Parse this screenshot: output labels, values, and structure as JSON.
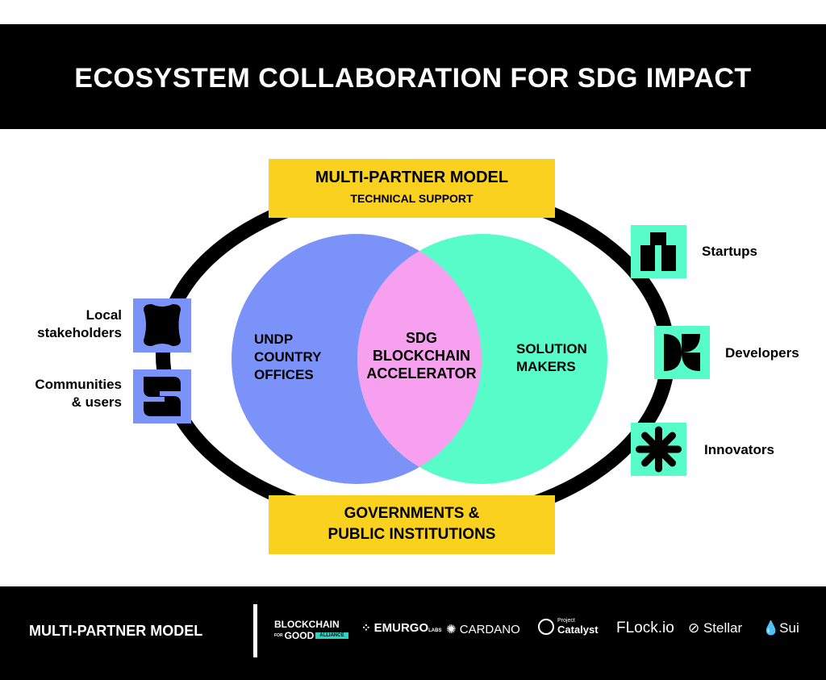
{
  "header": {
    "title": "ECOSYSTEM COLLABORATION FOR SDG IMPACT"
  },
  "top_box": {
    "title": "MULTI-PARTNER MODEL",
    "subtitle": "TECHNICAL SUPPORT"
  },
  "bottom_box": {
    "line1": "GOVERNMENTS &",
    "line2": "PUBLIC INSTITUTIONS"
  },
  "venn": {
    "left": [
      "UNDP",
      "COUNTRY",
      "OFFICES"
    ],
    "center": [
      "SDG",
      "BLOCKCHAIN",
      "ACCELERATOR"
    ],
    "right": [
      "SOLUTION",
      "MAKERS"
    ]
  },
  "left_items": [
    {
      "label": [
        "Local",
        "stakeholders"
      ],
      "icon": "clover-icon"
    },
    {
      "label": [
        "Communities",
        "& users"
      ],
      "icon": "s-shape-icon"
    }
  ],
  "right_items": [
    {
      "label": "Startups",
      "icon": "blocks-icon"
    },
    {
      "label": "Developers",
      "icon": "pinwheel-icon"
    },
    {
      "label": "Innovators",
      "icon": "asterisk-icon"
    }
  ],
  "footer": {
    "label": "MULTI-PARTNER MODEL",
    "logos": {
      "bfg_line1": "BLOCKCHAIN",
      "bfg_for": "FOR",
      "bfg_line2": "GOOD",
      "bfg_badge": "ALLIANCE",
      "emurgo": "EMURGO",
      "emurgo_sub": "LABS",
      "cardano": "CARDANO",
      "catalyst_top": "Project",
      "catalyst": "Catalyst",
      "flock": "FLock.io",
      "stellar": "Stellar",
      "sui": "Sui"
    }
  },
  "colors": {
    "yellow": "#f9d11e",
    "blue": "#7b93f8",
    "green": "#57fcc9",
    "pink": "#f7a0ef",
    "black": "#000000"
  }
}
